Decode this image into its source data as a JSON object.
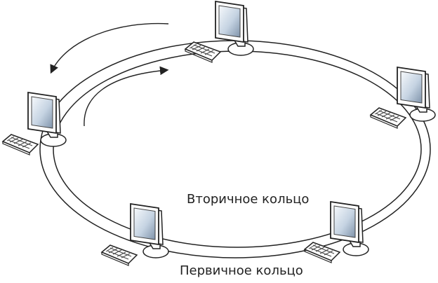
{
  "labels": {
    "secondary_ring": "Вторичное кольцо",
    "primary_ring": "Первичное кольцо"
  },
  "icons": {
    "workstation": "computer-monitor-icon",
    "keyboard": "keyboard-icon",
    "arrow": "direction-arrow-icon"
  },
  "colors": {
    "line": "#222222",
    "screen_light": "#eef4fa",
    "screen_dark": "#7f93aa",
    "monitor_body": "#ffffff"
  },
  "workstations": [
    {
      "id": "top"
    },
    {
      "id": "right"
    },
    {
      "id": "left"
    },
    {
      "id": "bottom-left"
    },
    {
      "id": "bottom-right"
    }
  ]
}
